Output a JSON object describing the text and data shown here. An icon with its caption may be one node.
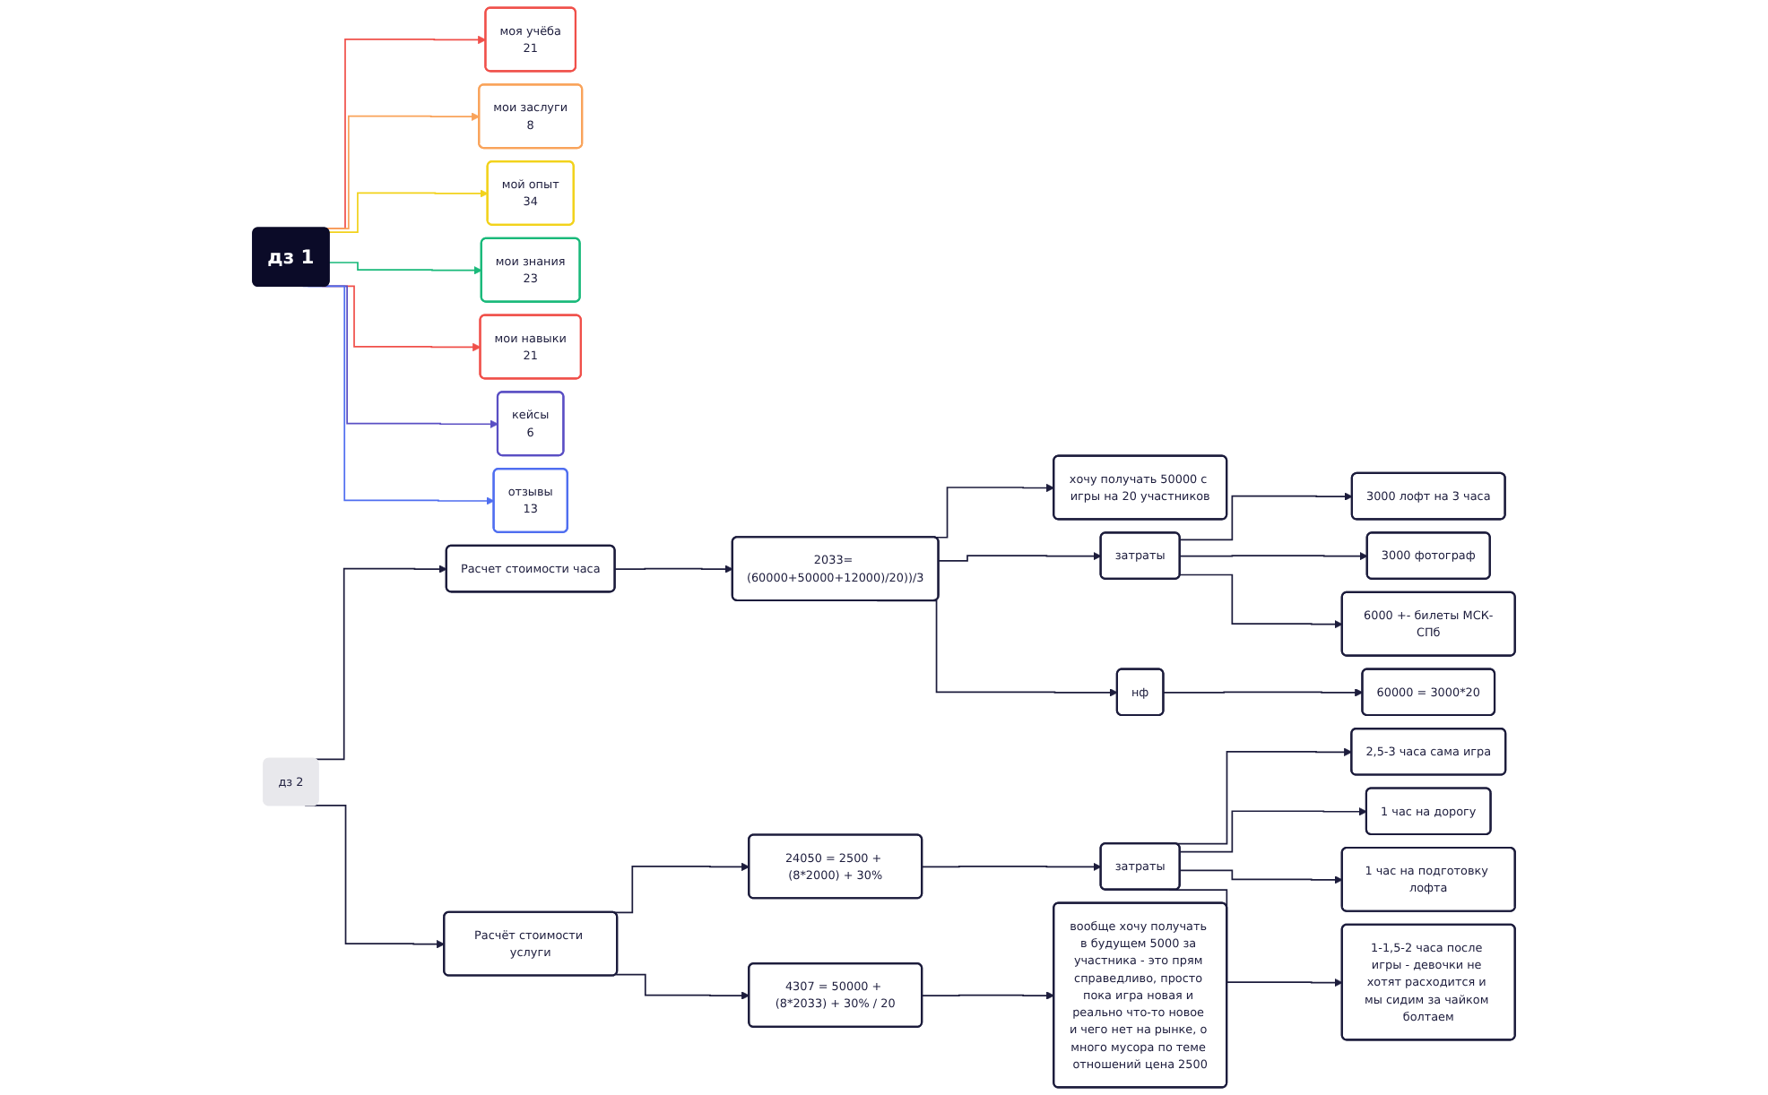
{
  "diagram": {
    "nodes": [
      {
        "text": [
          "дз 1"
        ]
      },
      {
        "text": [
          "моя учёба",
          "21"
        ]
      },
      {
        "text": [
          "мои заслуги",
          "8"
        ]
      },
      {
        "text": [
          "мой опыт",
          "34"
        ]
      },
      {
        "text": [
          "мои знания",
          "23"
        ]
      },
      {
        "text": [
          "мои навыки",
          "21"
        ]
      },
      {
        "text": [
          "кейсы",
          "6"
        ]
      },
      {
        "text": [
          "отзывы",
          "13"
        ]
      },
      {
        "text": [
          "дз 2"
        ]
      },
      {
        "text": [
          "Расчет стоимости часа"
        ]
      },
      {
        "text": [
          "2033= (60000+50000+12000)/20))/3"
        ]
      },
      {
        "text": [
          "хочу получать 50000 с игры на 20 участников"
        ]
      },
      {
        "text": [
          "затраты"
        ]
      },
      {
        "text": [
          "3000 лофт на 3 часа"
        ]
      },
      {
        "text": [
          "3000 фотограф"
        ]
      },
      {
        "text": [
          "6000 +- билеты МСК-СПб"
        ]
      },
      {
        "text": [
          "нф"
        ]
      },
      {
        "text": [
          "60000 = 3000*20"
        ]
      },
      {
        "text": [
          "Расчёт стоимости услуги"
        ]
      },
      {
        "text": [
          "24050 = 2500 + (8*2000) + 30%"
        ]
      },
      {
        "text": [
          "затраты"
        ]
      },
      {
        "text": [
          "2,5-3 часа сама игра"
        ]
      },
      {
        "text": [
          "1 час на дорогу"
        ]
      },
      {
        "text": [
          "1 час на подготовку лофта"
        ]
      },
      {
        "text": [
          "1-1,5-2 часа после игры - девочки не хотят расходится и мы сидим за чайком болтаем"
        ]
      },
      {
        "text": [
          "4307 = 50000 + (8*2033) + 30% / 20"
        ]
      },
      {
        "text": [
          "вообще хочу получать в будущем 5000 за участника - это прям справедливо, просто пока игра новая и реально что-то новое и чего нет на рынке, о много мусора по теме отношений цена 2500"
        ]
      }
    ],
    "edges": [
      {
        "from": 0,
        "to": 1,
        "arrow": "to",
        "color": "#f0504a"
      },
      {
        "from": 0,
        "to": 2,
        "arrow": "to",
        "color": "#f9a35a"
      },
      {
        "from": 0,
        "to": 3,
        "arrow": "to",
        "color": "#f2d21b"
      },
      {
        "from": 0,
        "to": 4,
        "arrow": "to",
        "color": "#19b97a"
      },
      {
        "from": 0,
        "to": 5,
        "arrow": "to",
        "color": "#f0504a"
      },
      {
        "from": 0,
        "to": 6,
        "arrow": "to",
        "color": "#5a4fc4"
      },
      {
        "from": 0,
        "to": 7,
        "arrow": "to",
        "color": "#4f6ef0"
      },
      {
        "from": 8,
        "to": 9,
        "arrow": "to"
      },
      {
        "from": 9,
        "to": 10,
        "arrow": "to"
      },
      {
        "from": 10,
        "to": 11,
        "arrow": "to"
      },
      {
        "from": 10,
        "to": 12,
        "arrow": "to"
      },
      {
        "from": 12,
        "to": 13,
        "arrow": "to"
      },
      {
        "from": 12,
        "to": 14,
        "arrow": "to"
      },
      {
        "from": 12,
        "to": 15,
        "arrow": "to"
      },
      {
        "from": 10,
        "to": 16,
        "arrow": "to"
      },
      {
        "from": 16,
        "to": 17,
        "arrow": "to"
      },
      {
        "from": 8,
        "to": 18,
        "arrow": "to"
      },
      {
        "from": 18,
        "to": 19,
        "arrow": "to"
      },
      {
        "from": 19,
        "to": 20,
        "arrow": "to"
      },
      {
        "from": 20,
        "to": 21,
        "arrow": "to"
      },
      {
        "from": 20,
        "to": 22,
        "arrow": "to"
      },
      {
        "from": 20,
        "to": 23,
        "arrow": "to"
      },
      {
        "from": 20,
        "to": 24,
        "arrow": "to"
      },
      {
        "from": 18,
        "to": 25,
        "arrow": "to"
      },
      {
        "from": 25,
        "to": 26,
        "arrow": "to"
      }
    ]
  }
}
